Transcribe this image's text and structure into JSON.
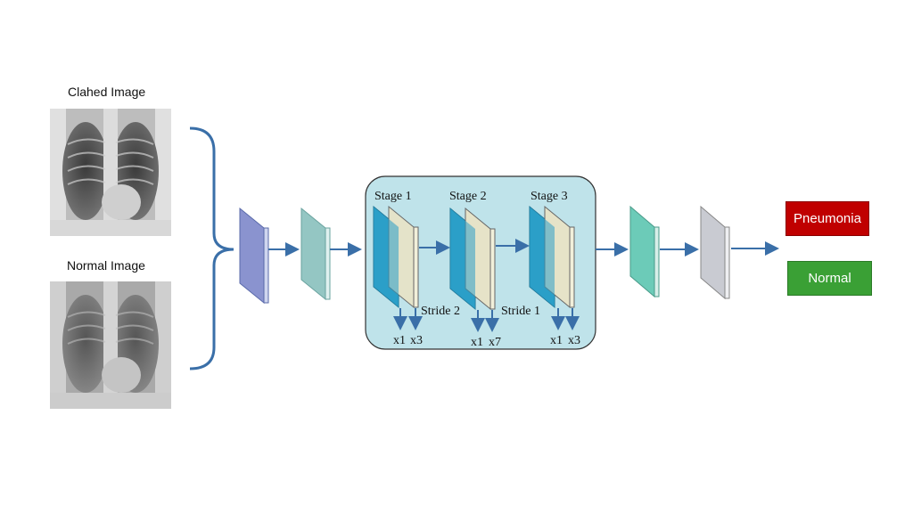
{
  "inputs": {
    "clahed_label": "Clahed Image",
    "normal_label": "Normal Image"
  },
  "stages": {
    "stage1": "Stage 1",
    "stage2": "Stage 2",
    "stage3": "Stage 3",
    "stride2": "Stride 2",
    "stride1": "Stride 1",
    "s1_mult_a": "x1",
    "s1_mult_b": "x3",
    "s2_mult_a": "x1",
    "s2_mult_b": "x7",
    "s3_mult_a": "x1",
    "s3_mult_b": "x3"
  },
  "outputs": {
    "pneumonia": "Pneumonia",
    "normal": "Normal"
  },
  "colors": {
    "pneumonia": "#c00000",
    "normal": "#3aa035",
    "arrow": "#3a6fa8",
    "stage_panel": "#bfe3ea"
  }
}
